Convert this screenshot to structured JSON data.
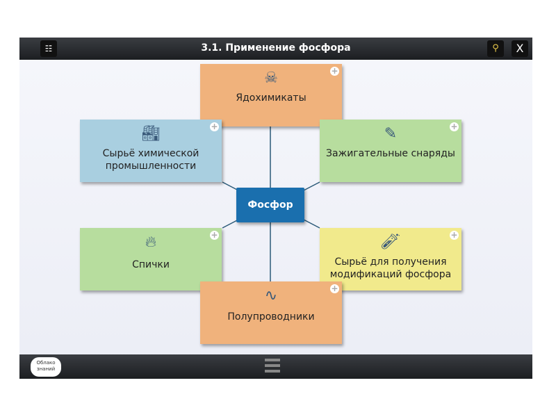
{
  "header": {
    "title": "3.1. Применение фосфора",
    "menu_icon": "grid-list-icon",
    "search_icon": "search-icon",
    "close_label": "X"
  },
  "center": "Фосфор",
  "nodes": [
    {
      "label": "Ядохимикаты",
      "icon": "skull-icon",
      "color": "#f0b27c"
    },
    {
      "label": "Сырьё химической промышленности",
      "icon": "factory-icon",
      "color": "#a9cfe0"
    },
    {
      "label": "Зажигательные снаряды",
      "icon": "grenade-icon",
      "color": "#b7dd9e"
    },
    {
      "label": "Спички",
      "icon": "match-icon",
      "color": "#b7dd9e"
    },
    {
      "label": "Сырьё для получения модификаций фосфора",
      "icon": "test-tube-icon",
      "color": "#f1ea8c"
    },
    {
      "label": "Полупроводники",
      "icon": "molecule-icon",
      "color": "#f0b27c"
    }
  ],
  "footer": {
    "logo": "Облако знаний",
    "menu_icon": "hamburger-icon"
  }
}
